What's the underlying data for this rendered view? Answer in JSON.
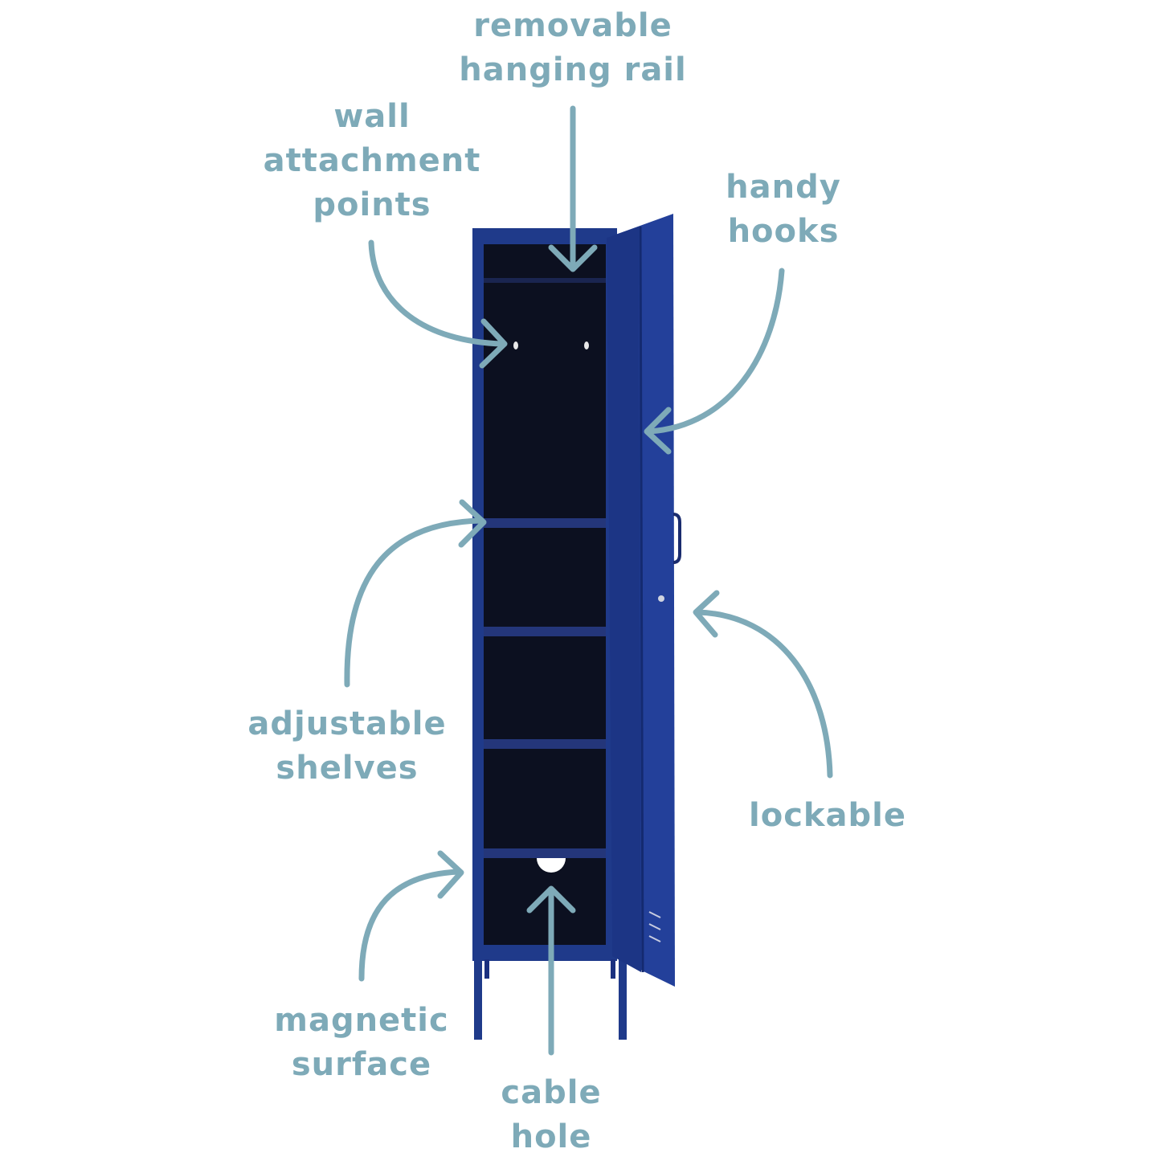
{
  "colors": {
    "label": "#7eaab8",
    "arrow": "#7eaab8",
    "locker_blue": "#1f3a8a",
    "locker_dark": "#0b0f1e",
    "background": "#ffffff"
  },
  "labels": {
    "hanging_rail": {
      "line1": "removable",
      "line2": "hanging rail"
    },
    "wall_attachment": {
      "line1": "wall",
      "line2": "attachment",
      "line3": "points"
    },
    "handy_hooks": {
      "line1": "handy",
      "line2": "hooks"
    },
    "adjustable_shelves": {
      "line1": "adjustable",
      "line2": "shelves"
    },
    "lockable": {
      "line1": "lockable"
    },
    "magnetic_surface": {
      "line1": "magnetic",
      "line2": "surface"
    },
    "cable_hole": {
      "line1": "cable",
      "line2": "hole"
    }
  }
}
